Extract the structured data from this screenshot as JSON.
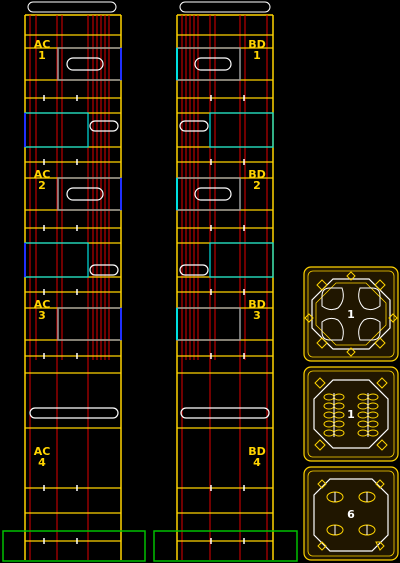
{
  "columns": [
    {
      "id": "left",
      "labels": [
        [
          "AC",
          "1"
        ],
        [
          "AC",
          "2"
        ],
        [
          "AC",
          "3"
        ],
        [
          "AC",
          "4"
        ]
      ]
    },
    {
      "id": "right",
      "labels": [
        [
          "BD",
          "1"
        ],
        [
          "BD",
          "2"
        ],
        [
          "BD",
          "3"
        ],
        [
          "BD",
          "4"
        ]
      ]
    }
  ],
  "panels": [
    {
      "id": "top",
      "label": "1"
    },
    {
      "id": "middle",
      "label": "1"
    },
    {
      "id": "bottom",
      "label": "6"
    }
  ],
  "colors": {
    "background": "#000000",
    "yellow": "#ffd400",
    "red": "#e00000",
    "white": "#ffffff",
    "cyan": "#00e0e0",
    "blue": "#2030ff",
    "green": "#00c000",
    "grey": "#9a9a9a",
    "panel_fill": "#201600"
  }
}
